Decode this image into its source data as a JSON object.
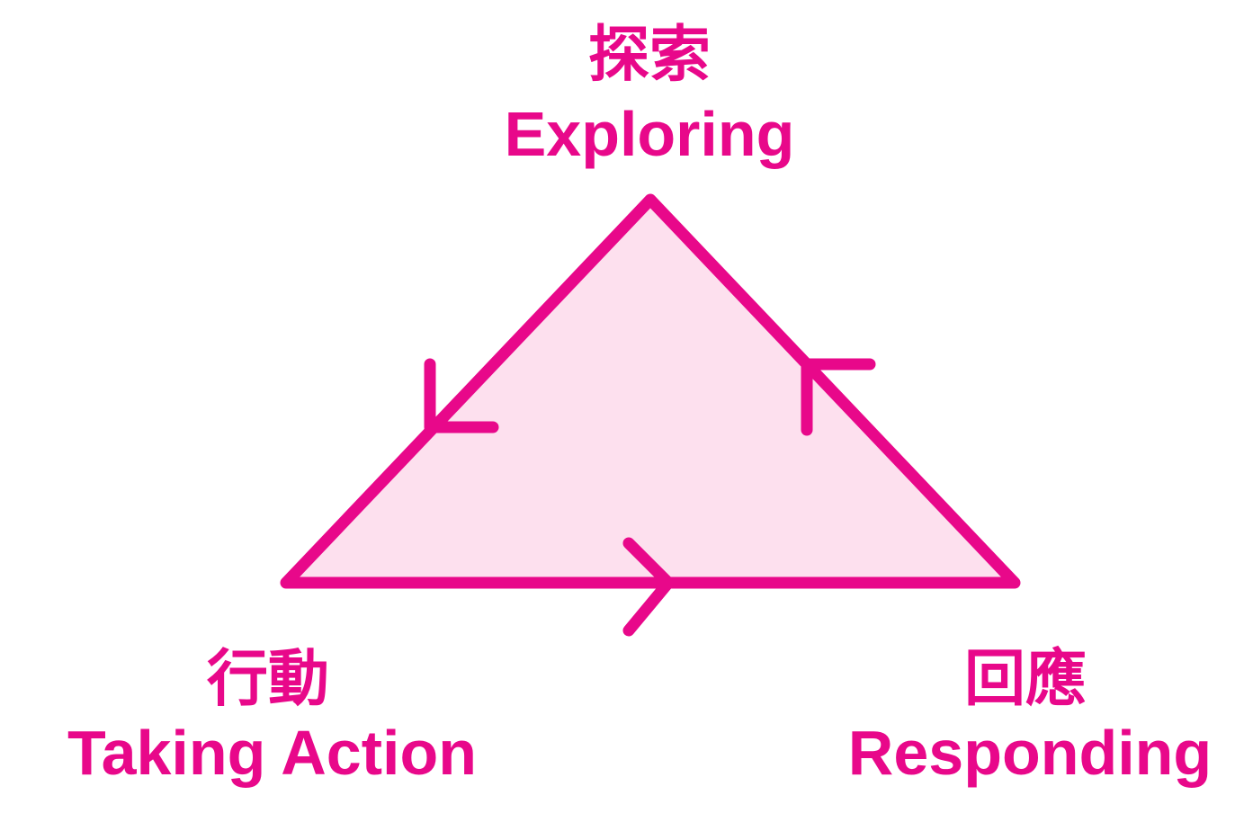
{
  "colors": {
    "accent": "#e8088a",
    "fill": "#fde0ee",
    "background": "#ffffff"
  },
  "nodes": {
    "top": {
      "zh": "探索",
      "en": "Exploring"
    },
    "left": {
      "zh": "行動",
      "en": "Taking Action"
    },
    "right": {
      "zh": "回應",
      "en": "Responding"
    }
  },
  "arrows": [
    {
      "edge": "exploring-to-taking-action",
      "direction": "down-left"
    },
    {
      "edge": "taking-action-to-responding",
      "direction": "right"
    },
    {
      "edge": "responding-to-exploring",
      "direction": "up-left"
    }
  ]
}
